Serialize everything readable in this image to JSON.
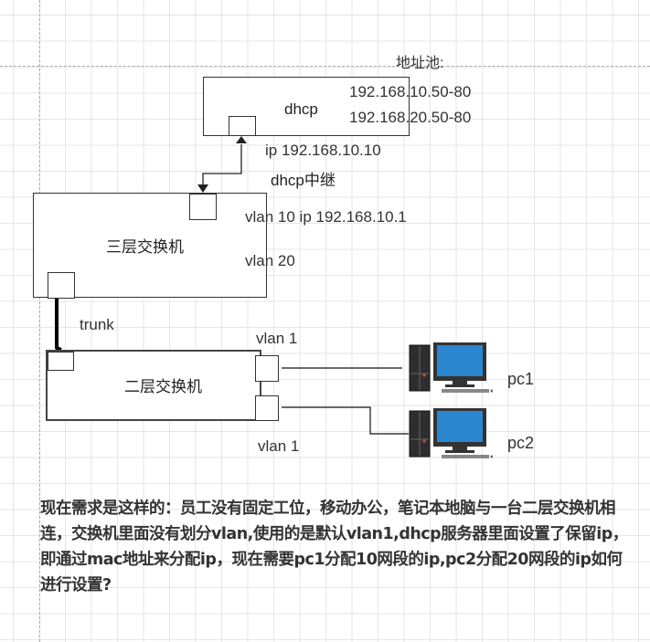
{
  "diagram": {
    "dhcp_server": {
      "title": "dhcp",
      "ip_label": "ip 192.168.10.10",
      "pool_heading": "地址池:",
      "pool_ranges": [
        "192.168.10.50-80",
        "192.168.20.50-80"
      ]
    },
    "relay_label": "dhcp中继",
    "l3_switch": {
      "title": "三层交换机",
      "vlan10_label": "vlan 10 ip 192.168.10.1",
      "vlan20_label": "vlan 20"
    },
    "trunk_label": "trunk",
    "l2_switch": {
      "title": "二层交换机",
      "port1_vlan": "vlan 1",
      "port2_vlan": "vlan 1"
    },
    "pcs": [
      {
        "name": "pc1"
      },
      {
        "name": "pc2"
      }
    ]
  },
  "question": "现在需求是这样的：员工没有固定工位，移动办公，笔记本地脑与一台二层交换机相连，交换机里面没有划分vlan,使用的是默认vlan1,dhcp服务器里面设置了保留ip，即通过mac地址来分配ip，现在需要pc1分配10网段的ip,pc2分配20网段的ip如何进行设置?",
  "colors": {
    "monitor_screen": "#2b86d0",
    "tower": "#2e2e2e",
    "stroke": "#333333"
  }
}
